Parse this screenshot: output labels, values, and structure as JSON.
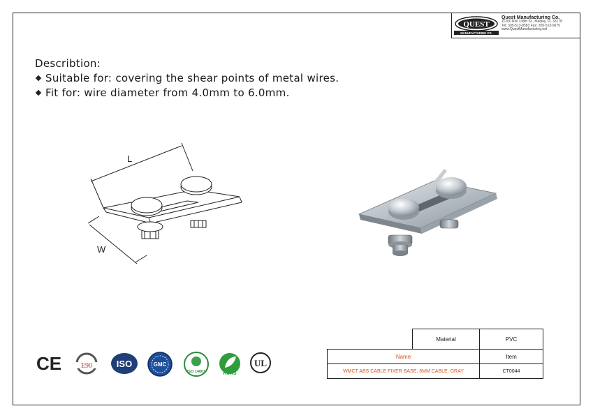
{
  "company": {
    "logo_word": "QUEST",
    "logo_sub": "MANUFACTURING CO.",
    "name": "Quest Manufacturing Co.",
    "address": "11200 NW 138th St., Medley, FL 33178",
    "phone": "Tel: 305-513-8583   Fax: 305-513-9675",
    "web": "www.QuestManufacturing.net"
  },
  "description": {
    "heading": "Describtion:",
    "lines": [
      "Suitable for: covering the shear points of metal wires.",
      "Fit for: wire diameter from 4.0mm to 6.0mm."
    ]
  },
  "drawing": {
    "length_label": "L",
    "width_label": "W"
  },
  "certifications": [
    {
      "icon": "ce-mark-icon",
      "text": "CE"
    },
    {
      "icon": "e90-mark-icon",
      "text": "E90"
    },
    {
      "icon": "iso-mark-icon",
      "text": "ISO"
    },
    {
      "icon": "gmc-mark-icon",
      "text": "GMC"
    },
    {
      "icon": "iso14001-mark-icon",
      "text": "ISO 14001"
    },
    {
      "icon": "rohs-mark-icon",
      "text": "RoHS"
    },
    {
      "icon": "ul-mark-icon",
      "text": "UL"
    }
  ],
  "spec_table": {
    "material_label": "Material",
    "material_value": "PVC",
    "name_label": "Name",
    "item_label": "Item",
    "product_name": "WMCT ABS CABLE FIXER BASE, 6MM CABLE, GRAY",
    "item_code": "CT0044"
  },
  "colors": {
    "name_text": "#d9531e",
    "border": "#222222"
  }
}
